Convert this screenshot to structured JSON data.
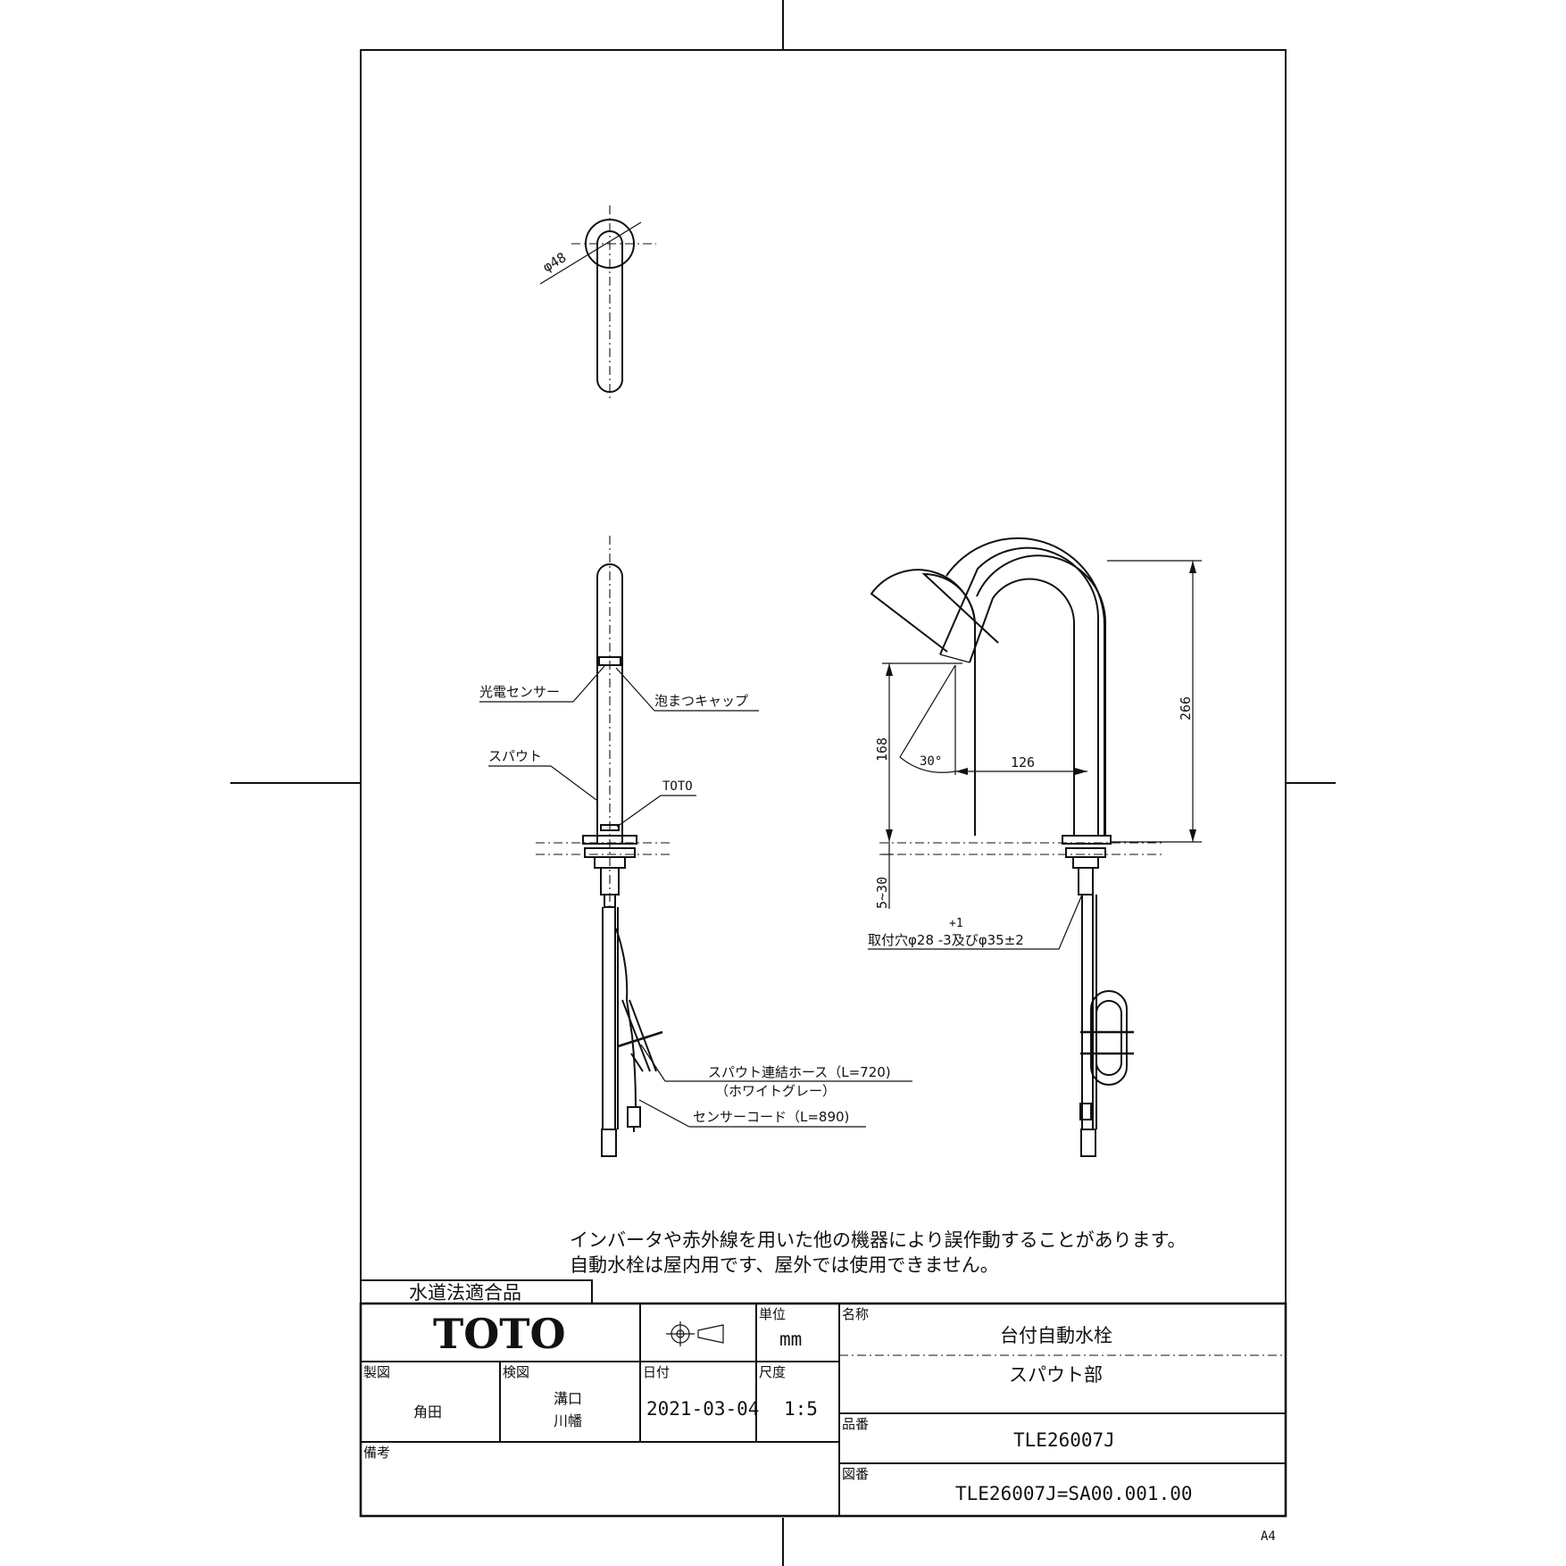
{
  "drawing": {
    "dimensions": {
      "diameter_top": "φ48",
      "height_total": "266",
      "sensor_height": "168",
      "angle": "30°",
      "reach": "126",
      "counter_thickness": "5~30",
      "hole_tolerance_plus": "+1",
      "mounting_hole": "取付穴φ28 -3及びφ35±2"
    },
    "callouts": {
      "photo_sensor": "光電センサー",
      "aerator_cap": "泡まつキャップ",
      "spout": "スパウト",
      "brand_mark": "TOTO",
      "hose_line1": "スパウト連結ホース（L=720)",
      "hose_line2": "（ホワイトグレー）",
      "sensor_cord": "センサーコード（L=890)"
    },
    "notes": {
      "line1": "インバータや赤外線を用いた他の機器により誤作動することがあります。",
      "line2": "自動水栓は屋内用です、屋外では使用できません。"
    }
  },
  "title_block": {
    "compliance": "水道法適合品",
    "logo": "TOTO",
    "unit_label": "単位",
    "unit_value": "mm",
    "name_label": "名称",
    "product_name": "台付自動水栓",
    "part_name": "スパウト部",
    "drawn_label": "製図",
    "drawn_by": "角田",
    "checked_label": "検図",
    "checked_by_1": "溝口",
    "checked_by_2": "川幡",
    "date_label": "日付",
    "date_value": "2021-03-04",
    "scale_label": "尺度",
    "scale_value": "1:5",
    "part_no_label": "品番",
    "part_no": "TLE26007J",
    "remarks_label": "備考",
    "drawing_no_label": "図番",
    "drawing_no": "TLE26007J=SA00.001.00",
    "paper_size": "A4"
  }
}
